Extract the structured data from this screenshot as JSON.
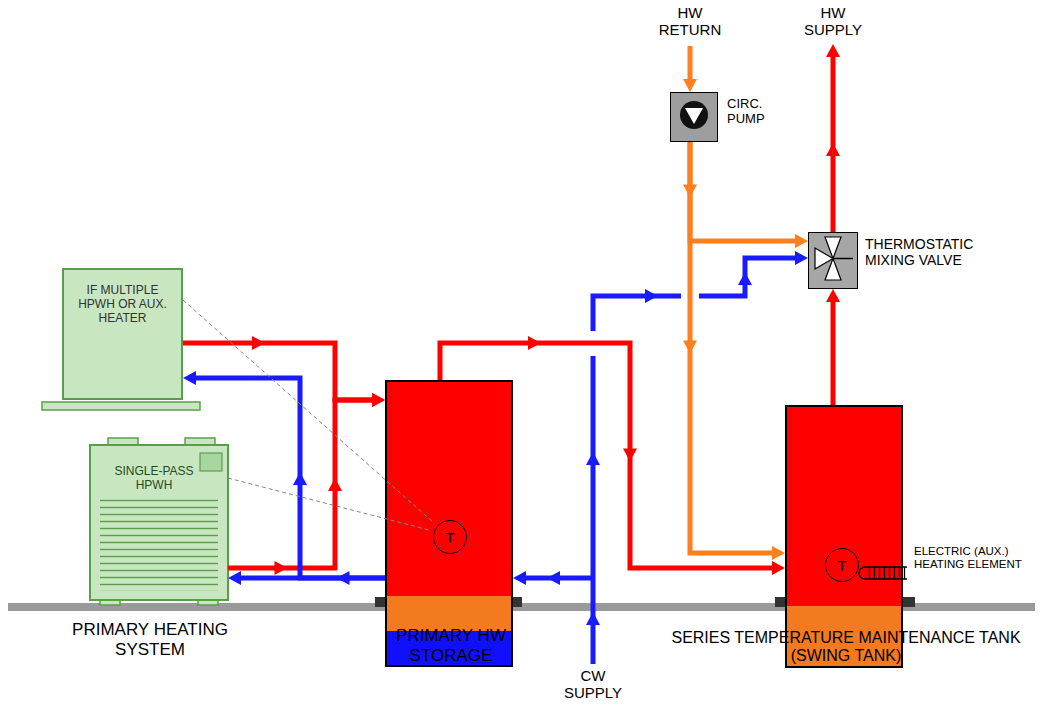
{
  "diagram": {
    "nodes": [
      {
        "text": [
          "IF MULTIPLE HPWH OR AUX. HEATER"
        ]
      },
      {
        "text": [
          "SINGLE-PASS HPWH"
        ]
      },
      {
        "text": [
          "PRIMARY HW STORAGE"
        ]
      },
      {
        "text": [
          "T"
        ],
        "in": 2
      },
      {
        "text": [
          "SERIES TEMPERATURE MAINTENANCE TANK (SWING TANK)"
        ]
      },
      {
        "text": [
          "T"
        ],
        "in": 4
      },
      {
        "text": [
          "CIRC. PUMP"
        ]
      },
      {
        "text": [
          "THERMOSTATIC MIXING VALVE"
        ]
      }
    ],
    "edges": [
      {
        "from": 1,
        "to": 2,
        "arrow": "to"
      },
      {
        "from": 0,
        "to": 2,
        "arrow": "to"
      },
      {
        "from": 2,
        "to": 1,
        "arrow": "to"
      },
      {
        "from": 2,
        "to": 0,
        "arrow": "to"
      },
      {
        "from": 2,
        "to": 4,
        "arrow": "to"
      },
      {
        "from": 6,
        "to": 4,
        "arrow": "to"
      },
      {
        "from": 6,
        "to": 7,
        "arrow": "to"
      },
      {
        "from": 4,
        "to": 7,
        "arrow": "to"
      }
    ],
    "labels": [
      "HW RETURN",
      "HW SUPPLY",
      "CW SUPPLY",
      "ELECTRIC (AUX.) HEATING ELEMENT",
      "PRIMARY HEATING SYSTEM"
    ]
  }
}
